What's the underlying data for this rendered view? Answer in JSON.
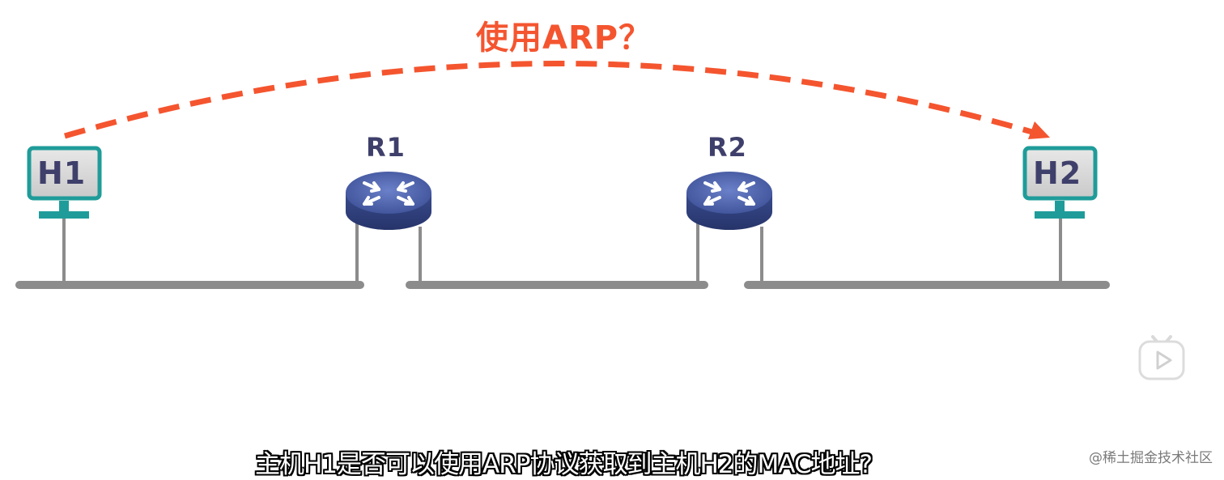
{
  "annotation": {
    "title": "使用ARP？"
  },
  "hosts": [
    {
      "id": "h1",
      "label": "H1"
    },
    {
      "id": "h2",
      "label": "H2"
    }
  ],
  "routers": [
    {
      "id": "r1",
      "label": "R1"
    },
    {
      "id": "r2",
      "label": "R2"
    }
  ],
  "caption": "主机H1是否可以使用ARP协议获取到主机H2的MAC地址?",
  "watermark": "@稀土掘金技术社区",
  "colors": {
    "arrow": "#f4552f",
    "host_frame": "#1f9c9a",
    "router_body": "#4a5fa8",
    "network_line": "#8c8c8c",
    "label": "#3f3f6b"
  },
  "icons": {
    "player": "bilibili-tv-icon"
  }
}
